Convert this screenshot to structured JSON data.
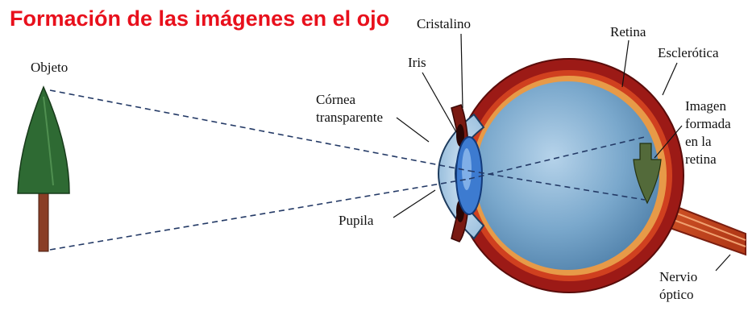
{
  "title": "Formación de las imágenes en el ojo",
  "labels": {
    "objeto": "Objeto",
    "cristalino": "Cristalino",
    "iris": "Iris",
    "retina": "Retina",
    "esclerotica": "Esclerótica",
    "cornea_line1": "Córnea",
    "cornea_line2": "transparente",
    "imagen_line1": "Imagen",
    "imagen_line2": "formada",
    "imagen_line3": "en la",
    "imagen_line4": "retina",
    "pupila": "Pupila",
    "nervio_line1": "Nervio",
    "nervio_line2": "óptico"
  },
  "colors": {
    "title": "#e8101c",
    "sclera": "#a01818",
    "eye_interior": "#6e9fc4",
    "tree": "#2e6a33",
    "trunk": "#8a3e26",
    "nerve": "#c0431f"
  }
}
